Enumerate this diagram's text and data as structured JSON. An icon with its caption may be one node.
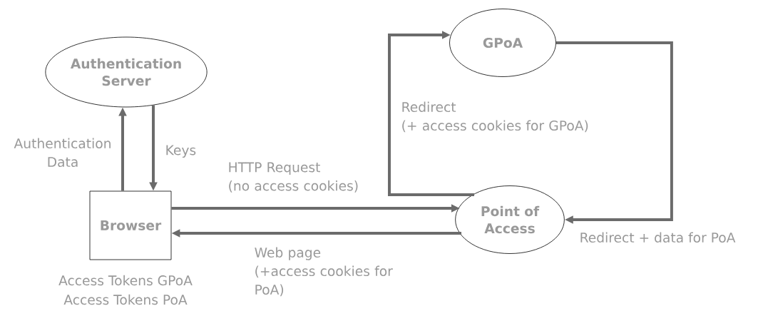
{
  "diagram": {
    "nodes": [
      {
        "text": [
          "Authentication Server"
        ]
      },
      {
        "text": [
          "Browser"
        ],
        "beside": [
          "Access Tokens GPoA",
          "Access Tokens PoA"
        ]
      },
      {
        "text": [
          "GPoA"
        ]
      },
      {
        "text": [
          "Point of Access"
        ]
      }
    ],
    "edges": [
      {
        "from": 1,
        "to": 0,
        "arrow": "to",
        "label": "Authentication Data"
      },
      {
        "from": 0,
        "to": 1,
        "arrow": "to",
        "label": "Keys"
      },
      {
        "from": 1,
        "to": 3,
        "arrow": "to",
        "label": "HTTP Request (no access cookies)"
      },
      {
        "from": 3,
        "to": 1,
        "arrow": "to",
        "label": "Web page (+access cookies for PoA)"
      },
      {
        "from": 3,
        "to": 2,
        "arrow": "to",
        "label": "Redirect (+ access cookies for GPoA)"
      },
      {
        "from": 2,
        "to": 3,
        "arrow": "to",
        "label": "Redirect + data for PoA"
      }
    ]
  }
}
